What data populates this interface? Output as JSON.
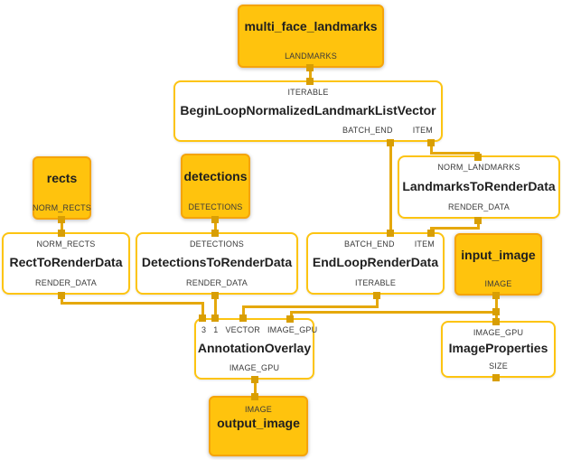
{
  "graph": {
    "tool": "mediapipe-graph-visualization",
    "colors": {
      "stream_node_fill": "#FFC30D",
      "stream_node_border": "#F5A40A",
      "calculator_border": "#FDC411",
      "wire": "#E5A80C",
      "connector": "#D89E04",
      "title_text": "#1F1F1F",
      "port_text": "#3A3A3A",
      "background": "#FFFFFF"
    },
    "nodes": {
      "multi_face_landmarks": {
        "title": "multi_face_landmarks",
        "port_bottom": "LANDMARKS"
      },
      "begin_loop": {
        "title": "BeginLoopNormalizedLandmarkListVector",
        "port_top": "ITERABLE",
        "port_bottom_1": "BATCH_END",
        "port_bottom_2": "ITEM"
      },
      "rects": {
        "title": "rects",
        "port_bottom": "NORM_RECTS"
      },
      "detections": {
        "title": "detections",
        "port_bottom": "DETECTIONS"
      },
      "landmarks_to_render_data": {
        "title": "LandmarksToRenderData",
        "port_top": "NORM_LANDMARKS",
        "port_bottom": "RENDER_DATA"
      },
      "rect_to_render_data": {
        "title": "RectToRenderData",
        "port_top": "NORM_RECTS",
        "port_bottom": "RENDER_DATA"
      },
      "detections_to_render_data": {
        "title": "DetectionsToRenderData",
        "port_top": "DETECTIONS",
        "port_bottom": "RENDER_DATA"
      },
      "end_loop_render_data": {
        "title": "EndLoopRenderData",
        "port_top_1": "BATCH_END",
        "port_top_2": "ITEM",
        "port_bottom": "ITERABLE"
      },
      "input_image": {
        "title": "input_image",
        "port_bottom": "IMAGE"
      },
      "annotation_overlay": {
        "title": "AnnotationOverlay",
        "port_top_1": "3",
        "port_top_2": "1",
        "port_top_3": "VECTOR",
        "port_top_4": "IMAGE_GPU",
        "port_bottom": "IMAGE_GPU"
      },
      "image_properties": {
        "title": "ImageProperties",
        "port_top": "IMAGE_GPU",
        "port_bottom": "SIZE"
      },
      "output_image": {
        "title": "output_image",
        "port_top": "IMAGE"
      }
    },
    "edges": [
      {
        "from": "multi_face_landmarks:LANDMARKS",
        "to": "BeginLoopNormalizedLandmarkListVector:ITERABLE"
      },
      {
        "from": "BeginLoopNormalizedLandmarkListVector:BATCH_END",
        "to": "EndLoopRenderData:BATCH_END"
      },
      {
        "from": "BeginLoopNormalizedLandmarkListVector:ITEM",
        "to": "LandmarksToRenderData:NORM_LANDMARKS"
      },
      {
        "from": "LandmarksToRenderData:RENDER_DATA",
        "to": "EndLoopRenderData:ITEM"
      },
      {
        "from": "rects:NORM_RECTS",
        "to": "RectToRenderData:NORM_RECTS"
      },
      {
        "from": "detections:DETECTIONS",
        "to": "DetectionsToRenderData:DETECTIONS"
      },
      {
        "from": "RectToRenderData:RENDER_DATA",
        "to": "AnnotationOverlay:3"
      },
      {
        "from": "DetectionsToRenderData:RENDER_DATA",
        "to": "AnnotationOverlay:1"
      },
      {
        "from": "EndLoopRenderData:ITERABLE",
        "to": "AnnotationOverlay:VECTOR"
      },
      {
        "from": "input_image:IMAGE",
        "to": "AnnotationOverlay:IMAGE_GPU"
      },
      {
        "from": "input_image:IMAGE",
        "to": "ImageProperties:IMAGE_GPU"
      },
      {
        "from": "AnnotationOverlay:IMAGE_GPU",
        "to": "output_image:IMAGE"
      }
    ]
  }
}
